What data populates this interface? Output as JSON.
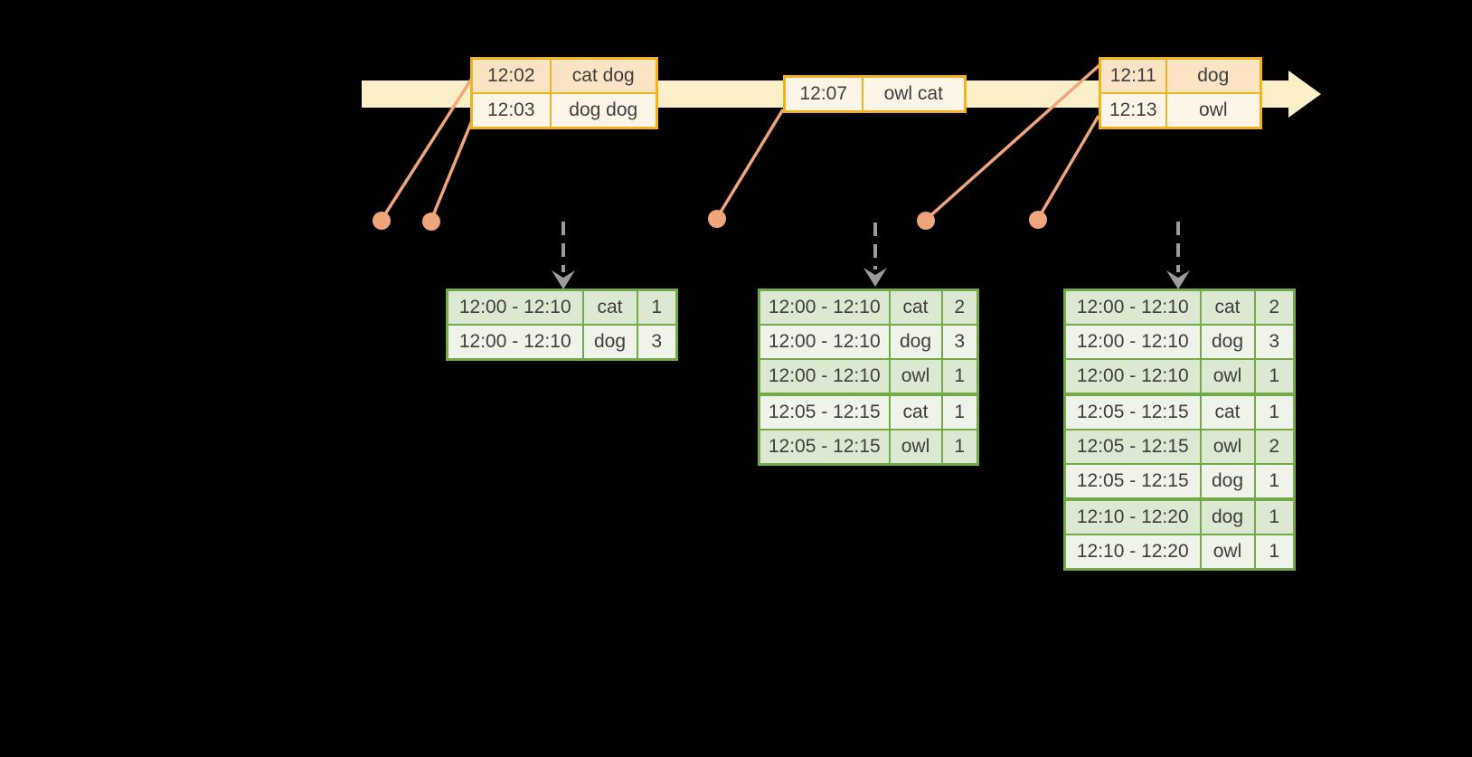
{
  "event_tables": [
    {
      "rows": [
        {
          "time": "12:02",
          "words": "cat dog"
        },
        {
          "time": "12:03",
          "words": "dog dog"
        }
      ]
    },
    {
      "rows": [
        {
          "time": "12:07",
          "words": "owl cat"
        }
      ]
    },
    {
      "rows": [
        {
          "time": "12:11",
          "words": "dog"
        },
        {
          "time": "12:13",
          "words": "owl"
        }
      ]
    }
  ],
  "result_tables": [
    {
      "rows": [
        {
          "window": "12:00 - 12:10",
          "word": "cat",
          "count": "1"
        },
        {
          "window": "12:00 - 12:10",
          "word": "dog",
          "count": "3"
        }
      ]
    },
    {
      "rows": [
        {
          "window": "12:00 - 12:10",
          "word": "cat",
          "count": "2"
        },
        {
          "window": "12:00 - 12:10",
          "word": "dog",
          "count": "3"
        },
        {
          "window": "12:00 - 12:10",
          "word": "owl",
          "count": "1"
        },
        {
          "window": "12:05 - 12:15",
          "word": "cat",
          "count": "1"
        },
        {
          "window": "12:05 - 12:15",
          "word": "owl",
          "count": "1"
        }
      ]
    },
    {
      "rows": [
        {
          "window": "12:00 - 12:10",
          "word": "cat",
          "count": "2"
        },
        {
          "window": "12:00 - 12:10",
          "word": "dog",
          "count": "3"
        },
        {
          "window": "12:00 - 12:10",
          "word": "owl",
          "count": "1"
        },
        {
          "window": "12:05 - 12:15",
          "word": "cat",
          "count": "1"
        },
        {
          "window": "12:05 - 12:15",
          "word": "owl",
          "count": "2"
        },
        {
          "window": "12:05 - 12:15",
          "word": "dog",
          "count": "1"
        },
        {
          "window": "12:10 - 12:20",
          "word": "dog",
          "count": "1"
        },
        {
          "window": "12:10 - 12:20",
          "word": "owl",
          "count": "1"
        }
      ]
    }
  ],
  "colors": {
    "bg": "#000000",
    "band": "#FAF0C8",
    "event-border": "#F2B11D",
    "event-row-peach": "#FBE4C4",
    "event-row-cream": "#FDF5E8",
    "connector": "#F0A67C",
    "trigger": "#9B9B9B",
    "result-border": "#74A947",
    "result-row-dark": "#DCE8D2",
    "result-row-light": "#EFF3EA",
    "text": "#3E3E3E"
  }
}
